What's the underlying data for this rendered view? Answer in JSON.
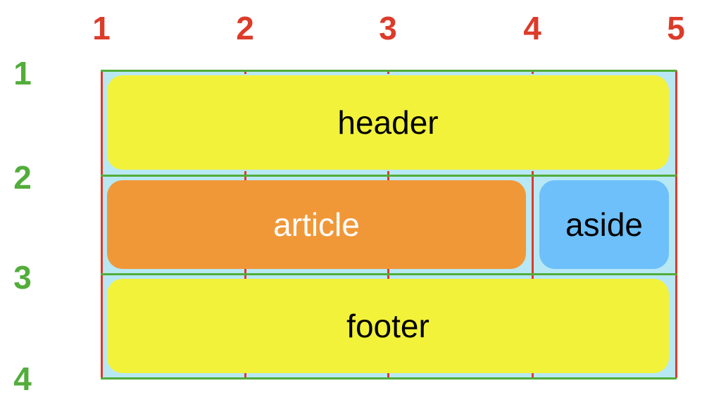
{
  "column_line_numbers": [
    "1",
    "2",
    "3",
    "4",
    "5"
  ],
  "row_line_numbers": [
    "1",
    "2",
    "3",
    "4"
  ],
  "areas": {
    "header": "header",
    "article": "article",
    "aside": "aside",
    "footer": "footer"
  },
  "colors": {
    "column_lines": "#dd3b2a",
    "row_lines": "#52ad3a",
    "grid_background": "#b8e8f4",
    "header_fill": "#f2f23a",
    "footer_fill": "#f2f23a",
    "article_fill": "#f09838",
    "aside_fill": "#6ec0fa",
    "dark_text": "#000000",
    "light_text": "#ffffff"
  }
}
